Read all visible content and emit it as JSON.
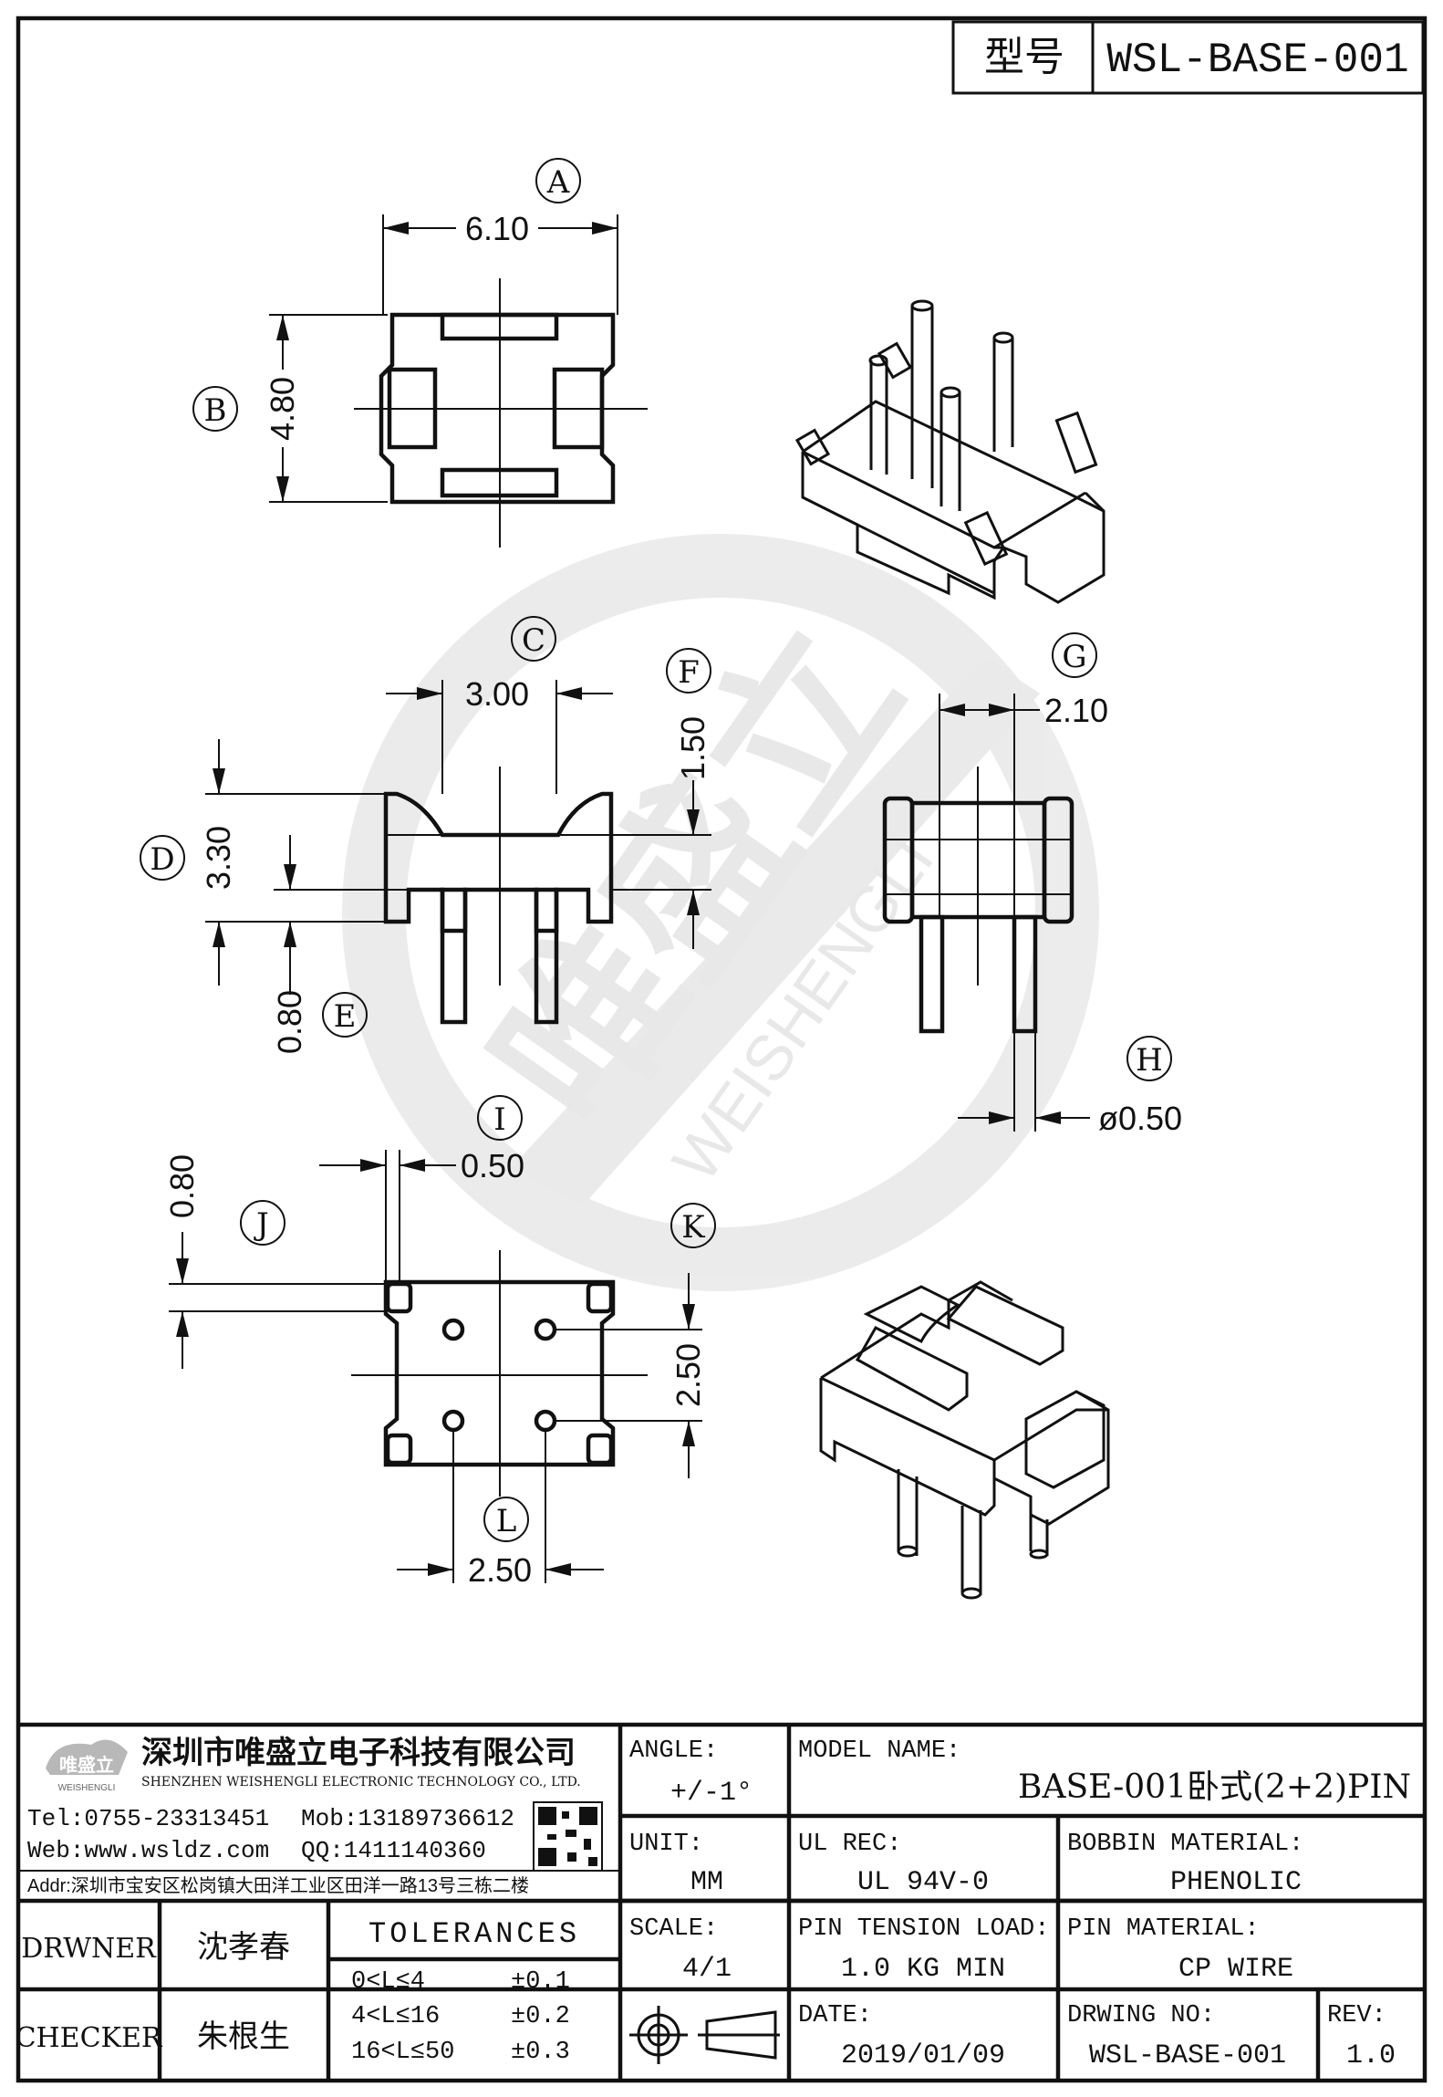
{
  "header": {
    "model_label": "型号",
    "model_value": "WSL-BASE-001"
  },
  "watermark": {
    "text": "唯盛立",
    "subtext": "WEISHENGLI"
  },
  "dimensions": {
    "a": {
      "label": "A",
      "value": "6.10"
    },
    "b": {
      "label": "B",
      "value": "4.80"
    },
    "c": {
      "label": "C",
      "value": "3.00"
    },
    "d": {
      "label": "D",
      "value": "3.30"
    },
    "e": {
      "label": "E",
      "value": "0.80"
    },
    "f": {
      "label": "F",
      "value": "1.50"
    },
    "g": {
      "label": "G",
      "value": "2.10"
    },
    "h": {
      "label": "H",
      "value": "ø0.50"
    },
    "i": {
      "label": "I",
      "value": "0.50"
    },
    "j": {
      "label": "J",
      "value": "0.80"
    },
    "k": {
      "label": "K",
      "value": "2.50"
    },
    "l": {
      "label": "L",
      "value": "2.50"
    }
  },
  "company": {
    "logo_text": "唯盛立",
    "logo_sub": "WEISHENGLI",
    "name_cn": "深圳市唯盛立电子科技有限公司",
    "name_en": "SHENZHEN WEISHENGLI ELECTRONIC TECHNOLOGY CO., LTD.",
    "tel": "Tel:0755-23313451",
    "mob": "Mob:13189736612",
    "web": "Web:www.wsldz.com",
    "qq": "QQ:1411140360",
    "addr": "Addr:深圳市宝安区松岗镇大田洋工业区田洋一路13号三栋二楼"
  },
  "title_block": {
    "drawer_label": "DRWNER",
    "drawer_name": "沈孝春",
    "checker_label": "CHECKER",
    "checker_name": "朱根生",
    "tolerances_title": "TOLERANCES",
    "tolerances": [
      {
        "range": "0<L≤4",
        "value": "±0.1"
      },
      {
        "range": "4<L≤16",
        "value": "±0.2"
      },
      {
        "range": "16<L≤50",
        "value": "±0.3"
      }
    ],
    "angle_label": "ANGLE:",
    "angle_value": "+/-1°",
    "unit_label": "UNIT:",
    "unit_value": "MM",
    "scale_label": "SCALE:",
    "scale_value": "4/1",
    "model_name_label": "MODEL NAME:",
    "model_name_value": "BASE-001卧式(2+2)PIN",
    "ul_rec_label": "UL REC:",
    "ul_rec_value": "UL 94V-0",
    "bobbin_material_label": "BOBBIN MATERIAL:",
    "bobbin_material_value": "PHENOLIC",
    "pin_tension_label": "PIN TENSION LOAD:",
    "pin_tension_value": "1.0 KG MIN",
    "pin_material_label": "PIN MATERIAL:",
    "pin_material_value": "CP WIRE",
    "date_label": "DATE:",
    "date_value": "2019/01/09",
    "drawing_no_label": "DRWING NO:",
    "drawing_no_value": "WSL-BASE-001",
    "rev_label": "REV:",
    "rev_value": "1.0"
  }
}
